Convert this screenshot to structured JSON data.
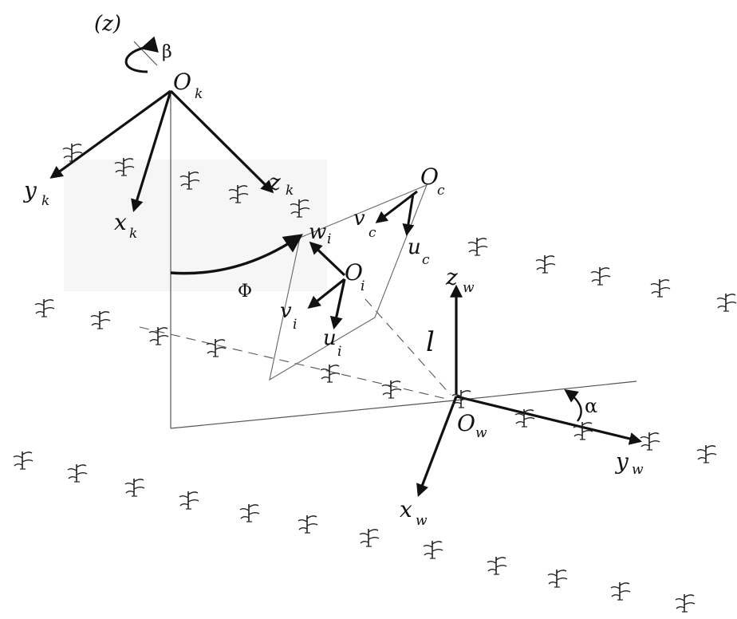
{
  "diagram": {
    "labels": {
      "z_paren": "(z)",
      "beta": "β",
      "phi": "Φ",
      "alpha": "α",
      "l": "l",
      "Ok_main": "O",
      "Ok_sub": "k",
      "yk_main": "y",
      "yk_sub": "k",
      "xk_main": "x",
      "xk_sub": "k",
      "zk_main": "z",
      "zk_sub": "k",
      "Oc_main": "O",
      "Oc_sub": "c",
      "vc_main": "v",
      "vc_sub": "c",
      "uc_main": "u",
      "uc_sub": "c",
      "wi_main": "w",
      "wi_sub": "i",
      "Oi_main": "O",
      "Oi_sub": "i",
      "vi_main": "v",
      "vi_sub": "i",
      "ui_main": "u",
      "ui_sub": "i",
      "zw_main": "z",
      "zw_sub": "w",
      "Ow_main": "O",
      "Ow_sub": "w",
      "yw_main": "y",
      "yw_sub": "w",
      "xw_main": "x",
      "xw_sub": "w"
    },
    "colors": {
      "ink": "#111111",
      "thin": "#555555",
      "plant": "#222222"
    },
    "icons": {
      "plant": "seedling-icon"
    }
  }
}
